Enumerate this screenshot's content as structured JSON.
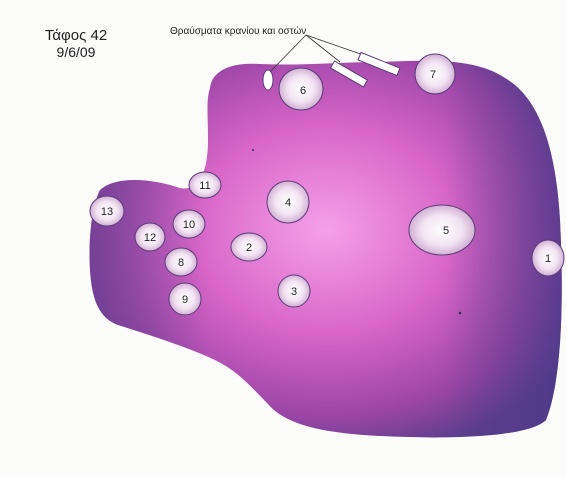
{
  "title": {
    "line1": "Τάφος 42",
    "line2": "9/6/09"
  },
  "annotation": "Θραύσματα κρανίου και οστών",
  "colors": {
    "pit_outer": "#5a3d8c",
    "pit_mid": "#a84aa8",
    "pit_inner": "#e87fd8",
    "circle_fill": "#f4e8f4",
    "circle_stroke": "#5b3a78",
    "text": "#222222"
  },
  "markers": [
    {
      "label": "1"
    },
    {
      "label": "2"
    },
    {
      "label": "3"
    },
    {
      "label": "4"
    },
    {
      "label": "5"
    },
    {
      "label": "6"
    },
    {
      "label": "7"
    },
    {
      "label": "8"
    },
    {
      "label": "9"
    },
    {
      "label": "10"
    },
    {
      "label": "11"
    },
    {
      "label": "12"
    },
    {
      "label": "13"
    }
  ]
}
